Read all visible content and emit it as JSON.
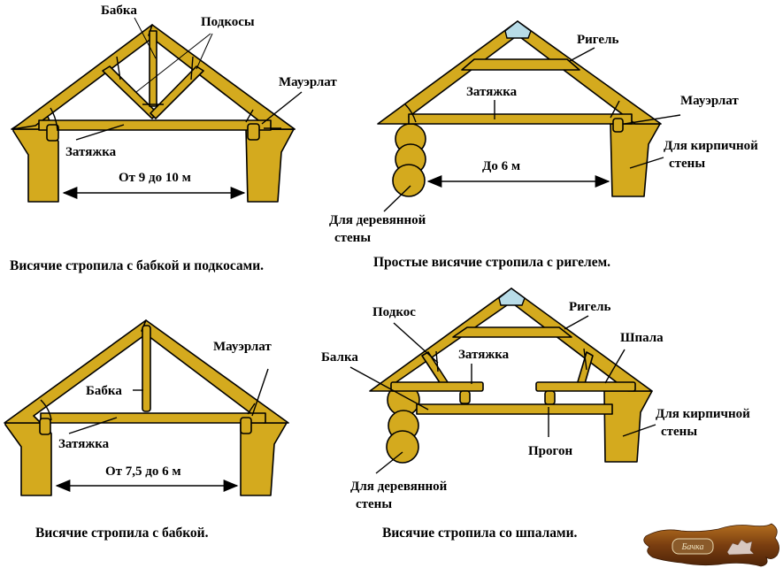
{
  "colors": {
    "wood": "#d4aa1e",
    "glass": "#b8dce8",
    "line": "#000000",
    "background": "#ffffff"
  },
  "panel1": {
    "caption": "Висячие  стропила с бабкой и подкосами.",
    "labels": {
      "babka": "Бабка",
      "podkosy": "Подкосы",
      "mauerlat": "Мауэрлат",
      "zatyazhka": "Затяжка",
      "span": "От 9 до 10 м"
    }
  },
  "panel2": {
    "caption": "Простые висячие  стропила с ригелем.",
    "labels": {
      "rigel": "Ригель",
      "zatyazhka": "Затяжка",
      "mauerlat": "Мауэрлат",
      "brick_wall_line1": "Для кирпичной",
      "brick_wall_line2": "стены",
      "wood_wall_line1": "Для деревянной",
      "wood_wall_line2": "стены",
      "span": "До 6 м"
    }
  },
  "panel3": {
    "caption": "Висячие  стропила с бабкой.",
    "labels": {
      "mauerlat": "Мауэрлат",
      "babka": "Бабка",
      "zatyazhka": "Затяжка",
      "span": "От 7,5 до 6 м"
    }
  },
  "panel4": {
    "caption": "Висячие  стропила со шпалами.",
    "labels": {
      "podkos": "Подкос",
      "rigel": "Ригель",
      "shpala": "Шпала",
      "balka": "Балка",
      "zatyazhka": "Затяжка",
      "brick_wall_line1": "Для кирпичной",
      "brick_wall_line2": "стены",
      "progon": "Прогон",
      "wood_wall_line1": "Для деревянной",
      "wood_wall_line2": "стены"
    }
  },
  "logo": {
    "text": "Бачка"
  }
}
